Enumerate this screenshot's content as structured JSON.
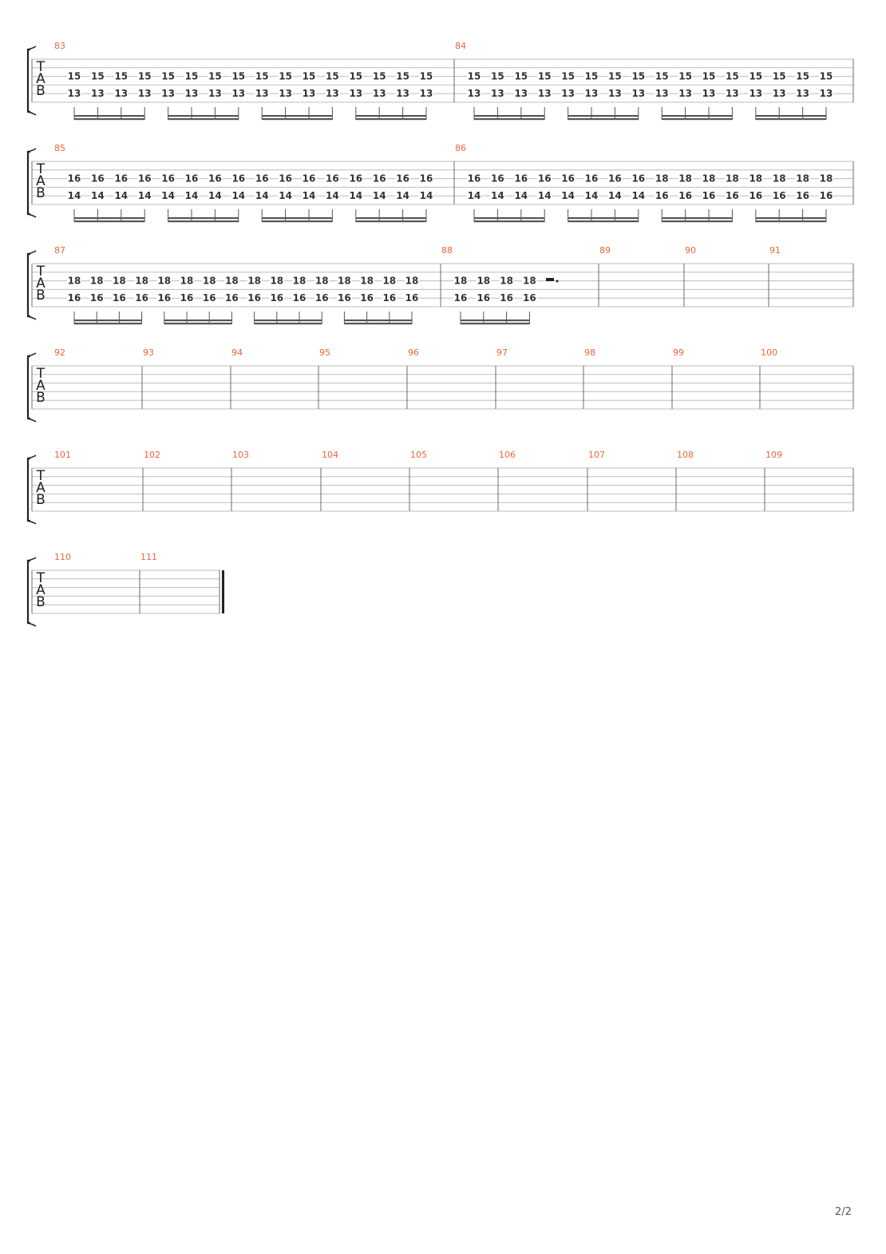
{
  "colors": {
    "measure_number": "#f0643c",
    "staff_line": "#bdbdbd",
    "barline": "#6b6b6b",
    "fret": "#333333",
    "beam": "#555555",
    "bracket": "#222222",
    "clef": "#222222"
  },
  "clef_letters": [
    "T",
    "A",
    "B"
  ],
  "systems": [
    {
      "measures": [
        {
          "number": "83",
          "beats": [
            {
              "fret": "15",
              "string": 2
            },
            {
              "fret": "13",
              "string": 4
            }
          ],
          "group": "A"
        },
        {
          "number": "84",
          "beats": [
            {
              "fret": "15",
              "string": 2
            },
            {
              "fret": "13",
              "string": 4
            }
          ],
          "group": "A"
        }
      ],
      "measure_events": {
        "83": [
          [
            "15",
            "13"
          ],
          [
            "15",
            "13"
          ],
          [
            "15",
            "13"
          ],
          [
            "15",
            "13"
          ],
          [
            "15",
            "13"
          ],
          [
            "15",
            "13"
          ],
          [
            "15",
            "13"
          ],
          [
            "15",
            "13"
          ],
          [
            "15",
            "13"
          ],
          [
            "15",
            "13"
          ],
          [
            "15",
            "13"
          ],
          [
            "15",
            "13"
          ],
          [
            "15",
            "13"
          ],
          [
            "15",
            "13"
          ],
          [
            "15",
            "13"
          ],
          [
            "15",
            "13"
          ]
        ],
        "84": [
          [
            "15",
            "13"
          ],
          [
            "15",
            "13"
          ],
          [
            "15",
            "13"
          ],
          [
            "15",
            "13"
          ],
          [
            "15",
            "13"
          ],
          [
            "15",
            "13"
          ],
          [
            "15",
            "13"
          ],
          [
            "15",
            "13"
          ],
          [
            "15",
            "13"
          ],
          [
            "15",
            "13"
          ],
          [
            "15",
            "13"
          ],
          [
            "15",
            "13"
          ],
          [
            "15",
            "13"
          ],
          [
            "15",
            "13"
          ],
          [
            "15",
            "13"
          ],
          [
            "15",
            "13"
          ]
        ]
      }
    },
    {
      "measures": [
        {
          "number": "85"
        },
        {
          "number": "86"
        }
      ],
      "measure_events": {
        "85": [
          [
            "16",
            "14"
          ],
          [
            "16",
            "14"
          ],
          [
            "16",
            "14"
          ],
          [
            "16",
            "14"
          ],
          [
            "16",
            "14"
          ],
          [
            "16",
            "14"
          ],
          [
            "16",
            "14"
          ],
          [
            "16",
            "14"
          ],
          [
            "16",
            "14"
          ],
          [
            "16",
            "14"
          ],
          [
            "16",
            "14"
          ],
          [
            "16",
            "14"
          ],
          [
            "16",
            "14"
          ],
          [
            "16",
            "14"
          ],
          [
            "16",
            "14"
          ],
          [
            "16",
            "14"
          ]
        ],
        "86": [
          [
            "16",
            "14"
          ],
          [
            "16",
            "14"
          ],
          [
            "16",
            "14"
          ],
          [
            "16",
            "14"
          ],
          [
            "16",
            "14"
          ],
          [
            "16",
            "14"
          ],
          [
            "16",
            "14"
          ],
          [
            "16",
            "14"
          ],
          [
            "18",
            "16"
          ],
          [
            "18",
            "16"
          ],
          [
            "18",
            "16"
          ],
          [
            "18",
            "16"
          ],
          [
            "18",
            "16"
          ],
          [
            "18",
            "16"
          ],
          [
            "18",
            "16"
          ],
          [
            "18",
            "16"
          ]
        ]
      }
    },
    {
      "measures": [
        {
          "number": "87"
        },
        {
          "number": "88"
        },
        {
          "number": "89"
        },
        {
          "number": "90"
        },
        {
          "number": "91"
        }
      ],
      "measure_events": {
        "87": [
          [
            "18",
            "16"
          ],
          [
            "18",
            "16"
          ],
          [
            "18",
            "16"
          ],
          [
            "18",
            "16"
          ],
          [
            "18",
            "16"
          ],
          [
            "18",
            "16"
          ],
          [
            "18",
            "16"
          ],
          [
            "18",
            "16"
          ],
          [
            "18",
            "16"
          ],
          [
            "18",
            "16"
          ],
          [
            "18",
            "16"
          ],
          [
            "18",
            "16"
          ],
          [
            "18",
            "16"
          ],
          [
            "18",
            "16"
          ],
          [
            "18",
            "16"
          ],
          [
            "18",
            "16"
          ]
        ],
        "88": [
          [
            "18",
            "16"
          ],
          [
            "18",
            "16"
          ],
          [
            "18",
            "16"
          ],
          [
            "18",
            "16"
          ]
        ]
      },
      "rest_after_88": true
    },
    {
      "measures": [
        {
          "number": "92"
        },
        {
          "number": "93"
        },
        {
          "number": "94"
        },
        {
          "number": "95"
        },
        {
          "number": "96"
        },
        {
          "number": "97"
        },
        {
          "number": "98"
        },
        {
          "number": "99"
        },
        {
          "number": "100"
        }
      ]
    },
    {
      "measures": [
        {
          "number": "101"
        },
        {
          "number": "102"
        },
        {
          "number": "103"
        },
        {
          "number": "104"
        },
        {
          "number": "105"
        },
        {
          "number": "106"
        },
        {
          "number": "107"
        },
        {
          "number": "108"
        },
        {
          "number": "109"
        }
      ]
    },
    {
      "measures": [
        {
          "number": "110"
        },
        {
          "number": "111"
        }
      ],
      "final_barline": true
    }
  ],
  "page_number": "2/2"
}
